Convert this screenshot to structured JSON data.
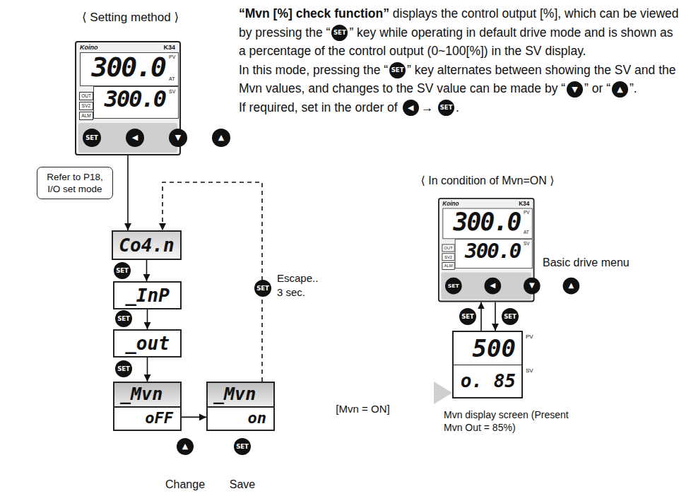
{
  "diagram": {
    "nodes": [
      {
        "text": [
          "Koino",
          "K34",
          "300.0",
          "PV",
          "AT",
          "OUT",
          "SV2",
          "ALM",
          "300.0",
          "SV",
          "SET",
          "◀",
          "▼",
          "▲"
        ]
      },
      {
        "text": [
          "Refer to P18, I/O set mode"
        ]
      },
      {
        "text": [
          "Co4.n"
        ]
      },
      {
        "text": [
          "_InP"
        ]
      },
      {
        "text": [
          "_out"
        ]
      },
      {
        "text": [
          "_Mvn",
          "oFF"
        ]
      },
      {
        "text": [
          "_Mvn",
          "on"
        ]
      },
      {
        "text": [
          "Koino",
          "K34",
          "300.0",
          "PV",
          "AT",
          "OUT",
          "SV2",
          "ALM",
          "300.0",
          "SV",
          "SET",
          "◀",
          "▼",
          "▲"
        ]
      },
      {
        "text": [
          "500",
          "PV",
          "o. 85",
          "SV"
        ]
      }
    ],
    "edges": [
      {
        "from": 0,
        "to": 2,
        "arrow": "to"
      },
      {
        "from": 2,
        "to": 3,
        "arrow": "to"
      },
      {
        "from": 3,
        "to": 4,
        "arrow": "to"
      },
      {
        "from": 4,
        "to": 5,
        "arrow": "to"
      },
      {
        "from": 5,
        "to": 6,
        "arrow": "to"
      },
      {
        "from": 6,
        "to": 2,
        "arrow": "to"
      },
      {
        "from": 6,
        "to": 8,
        "label": "[Mvn = ON]",
        "arrow": "to"
      },
      {
        "from": 8,
        "to": 7,
        "arrow": "to"
      },
      {
        "from": 7,
        "to": 8,
        "arrow": "to"
      }
    ],
    "labels": [
      "⟨ Setting method ⟩",
      "“Mvn [%] check function”",
      "displays the control output [%], which can be viewed by pressing the “",
      "SET",
      "” key while operating in default drive mode and is shown as a percentage of the control output (0~100[%]) in the SV display.",
      "In this mode, pressing the “",
      "SET",
      "” key alternates between showing the SV and the Mvn values, and changes to the SV value can be made by “",
      "▼",
      "” or “",
      "▲",
      "”.",
      "If required, set in the order of",
      "◀",
      "→",
      "SET",
      ".",
      "SET",
      "SET",
      "SET",
      "▲",
      "Change",
      "SET",
      "Save",
      "SET",
      "Escape.. 3 sec.",
      "⟨ In condition of Mvn=ON ⟩",
      "Basic drive menu",
      "SET",
      "SET",
      "Mvn display screen (Present Mvn Out = 85%)"
    ]
  }
}
